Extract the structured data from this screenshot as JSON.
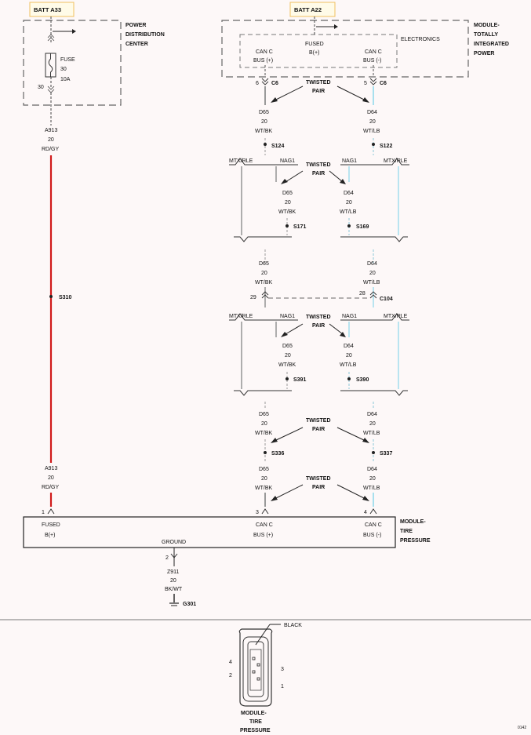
{
  "batt_left": "BATT A33",
  "batt_right": "BATT A22",
  "pdc": {
    "title_lines": [
      "POWER",
      "DISTRIBUTION",
      "CENTER"
    ],
    "fuse": [
      "FUSE",
      "30",
      "10A"
    ],
    "pin": "30"
  },
  "tipm": {
    "title_lines": [
      "MODULE-",
      "TOTALLY",
      "INTEGRATED",
      "POWER"
    ],
    "electronics": "ELECTRONICS",
    "fused": [
      "FUSED",
      "B(+)"
    ],
    "canc_pos": [
      "CAN C",
      "BUS (+)"
    ],
    "canc_neg": [
      "CAN C",
      "BUS (-)"
    ],
    "pin_left": "6",
    "pin_right": "5",
    "conn_left": "C6",
    "conn_right": "C6"
  },
  "twisted_pair": [
    "TWISTED",
    "PAIR"
  ],
  "wire_a913": [
    "A913",
    "20",
    "RD/GY"
  ],
  "wire_d65": [
    "D65",
    "20",
    "WT/BK"
  ],
  "wire_d64": [
    "D64",
    "20",
    "WT/LB"
  ],
  "splices": {
    "s124": "S124",
    "s122": "S122",
    "s171": "S171",
    "s169": "S169",
    "s310": "S310",
    "s391": "S391",
    "s390": "S390",
    "s336": "S336",
    "s337": "S337"
  },
  "options": {
    "mtx_rle": "MTX/RLE",
    "nag1": "NAG1"
  },
  "c104": {
    "label": "C104",
    "pin_left": "29",
    "pin_right": "28"
  },
  "tpm": {
    "title_lines": [
      "MODULE-",
      "TIRE",
      "PRESSURE"
    ],
    "fused": [
      "FUSED",
      "B(+)"
    ],
    "ground": "GROUND",
    "canc_pos": [
      "CAN C",
      "BUS (+)"
    ],
    "canc_neg": [
      "CAN C",
      "BUS (-)"
    ],
    "pin1": "1",
    "pin2": "2",
    "pin3": "3",
    "pin4": "4"
  },
  "wire_z911": [
    "Z911",
    "20",
    "BK/WT"
  ],
  "ground": "G301",
  "connector": {
    "color": "BLACK",
    "pins": [
      "4",
      "2",
      "3",
      "1"
    ],
    "title_lines": [
      "MODULE-",
      "TIRE",
      "PRESSURE"
    ]
  },
  "page_code": "0142",
  "colors": {
    "red_wire": "#d11a1a",
    "light_blue_wire": "#a8e0ee",
    "gray_wire": "#9a9a9a",
    "label_box": "#f0c060"
  }
}
